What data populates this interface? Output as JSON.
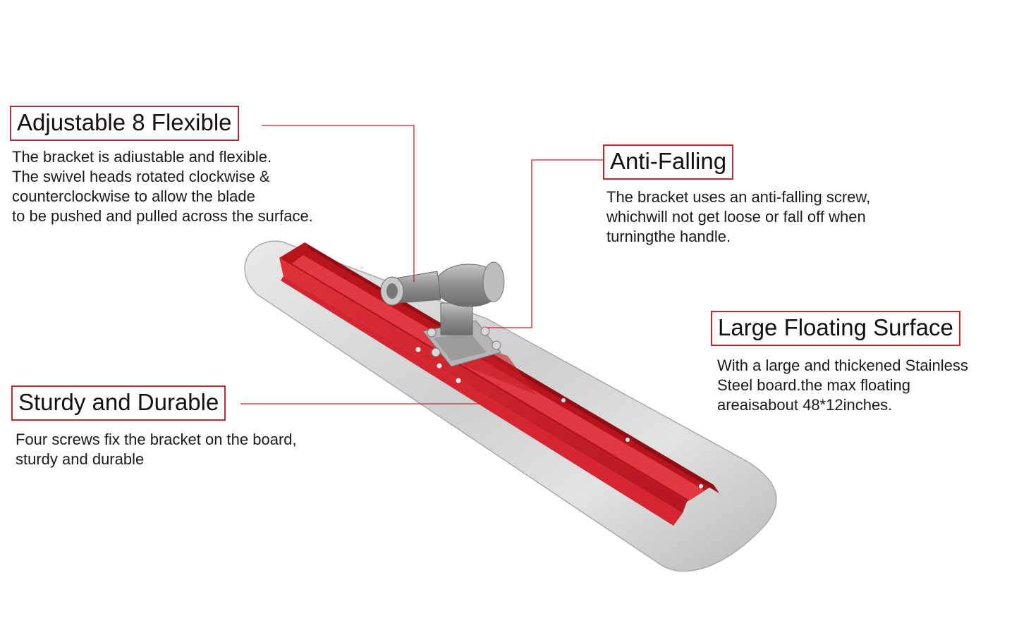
{
  "colors": {
    "accent": "#c0272d",
    "leader_line": "#c0272d",
    "board_silver": "#c9c9c9",
    "bracket_red": "#d11f2a",
    "swivel_gray": "#9a9a9a"
  },
  "callouts": {
    "adjustable": {
      "title": "Adjustable 8 Flexible",
      "lines": [
        "The bracket is adiustable and flexible.",
        "The swivel heads rotated clockwise &",
        "counterclockwise to allow the blade",
        "to be pushed and pulled across the surface."
      ]
    },
    "anti_falling": {
      "title": "Anti-Falling",
      "lines": [
        "The bracket uses an anti-falling screw,",
        "whichwill not get loose or fall off when",
        "turningthe handle."
      ]
    },
    "large_surface": {
      "title": "Large Floating Surface",
      "lines": [
        "With a large and thickened Stainless",
        "Steel board.the max floating",
        "areaisabout 48*12inches."
      ]
    },
    "sturdy": {
      "title": "Sturdy and Durable",
      "lines": [
        "Four screws fix the bracket on the board,",
        "sturdy and durable"
      ]
    }
  },
  "icons": {
    "product": "concrete-bull-float-icon",
    "swivel": "swivel-bracket-icon"
  }
}
